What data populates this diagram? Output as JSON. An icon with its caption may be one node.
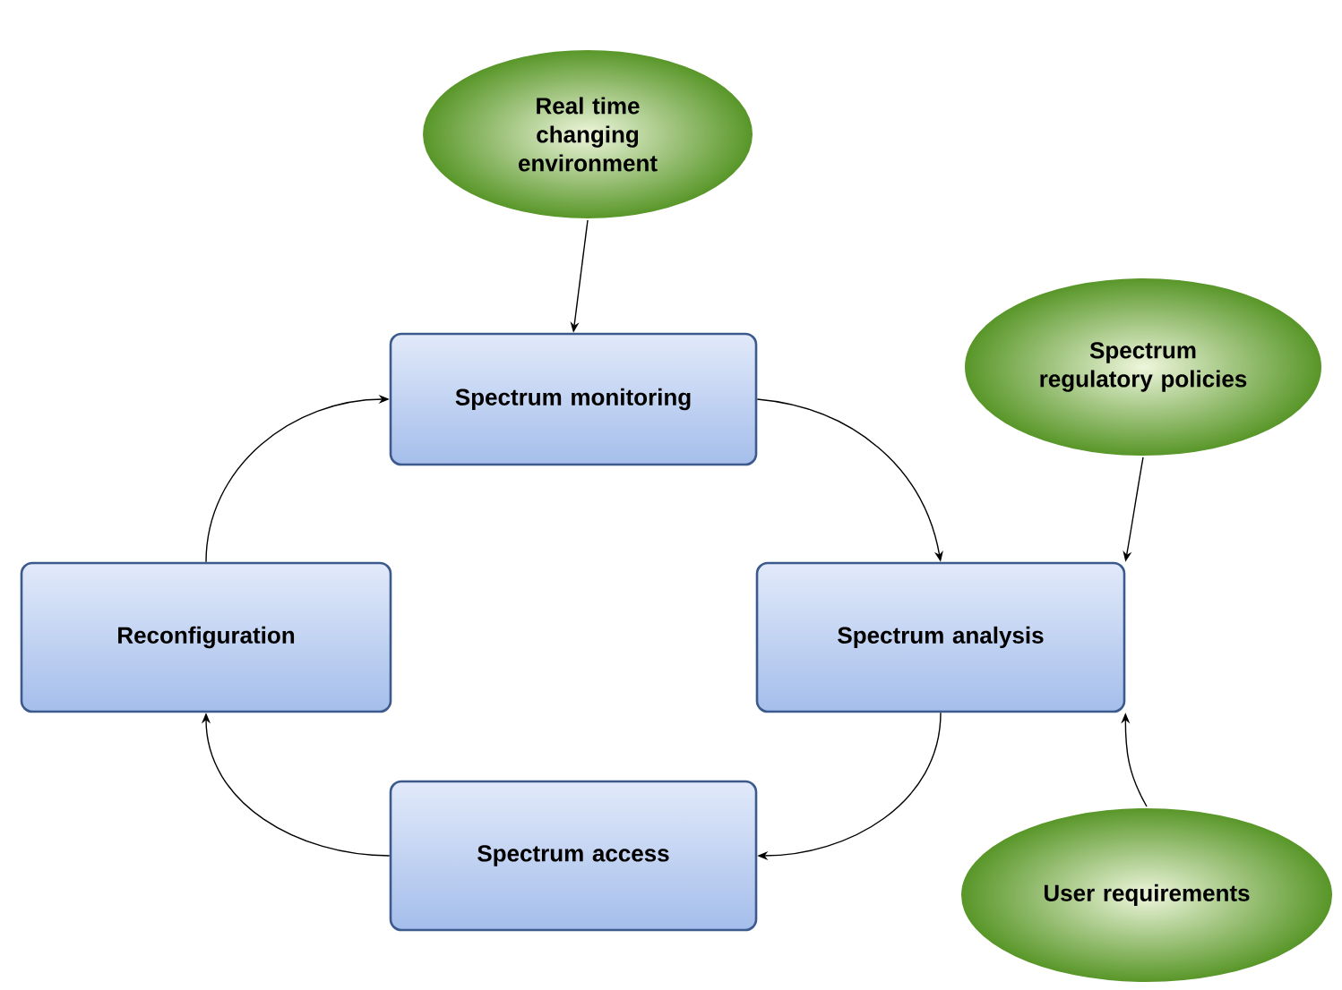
{
  "diagram": {
    "nodes": [
      {
        "text": [
          "Real time changing environment"
        ]
      },
      {
        "text": [
          "Spectrum monitoring"
        ]
      },
      {
        "text": [
          "Spectrum regulatory policies"
        ]
      },
      {
        "text": [
          "Reconfiguration"
        ]
      },
      {
        "text": [
          "Spectrum analysis"
        ]
      },
      {
        "text": [
          "Spectrum access"
        ]
      },
      {
        "text": [
          "User requirements"
        ]
      }
    ],
    "edges": [
      {
        "from": 0,
        "to": 1,
        "arrow": "to"
      },
      {
        "from": 1,
        "to": 4,
        "arrow": "to"
      },
      {
        "from": 2,
        "to": 4,
        "arrow": "to"
      },
      {
        "from": 4,
        "to": 5,
        "arrow": "to"
      },
      {
        "from": 6,
        "to": 4,
        "arrow": "to"
      },
      {
        "from": 5,
        "to": 3,
        "arrow": "to"
      },
      {
        "from": 3,
        "to": 1,
        "arrow": "to"
      }
    ]
  }
}
